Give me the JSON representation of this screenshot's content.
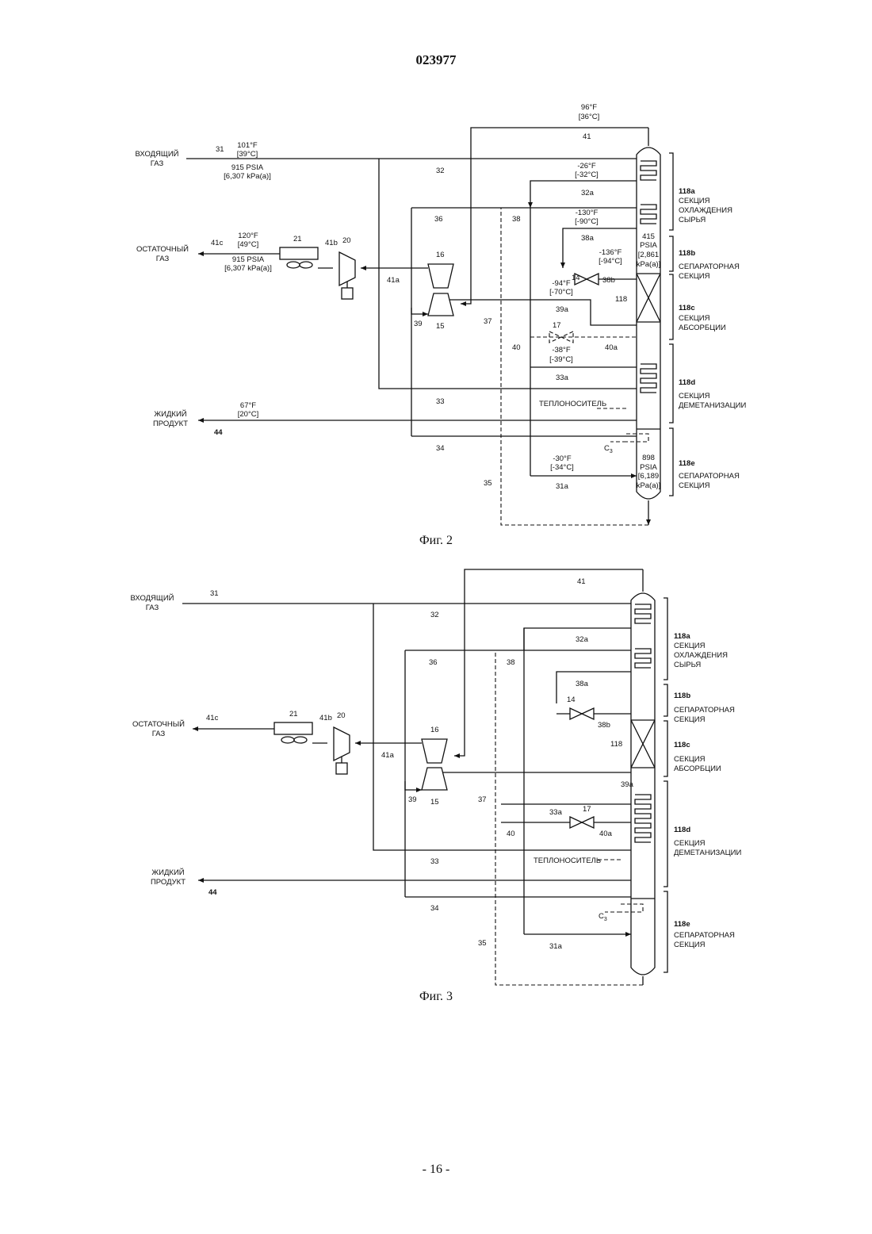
{
  "doc": {
    "number": "023977",
    "page": "- 16 -"
  },
  "fig2": {
    "caption": "Фиг. 2",
    "in_gas": [
      "ВХОДЯЩИЙ",
      "ГАЗ"
    ],
    "residue_gas": [
      "ОСТАТОЧНЫЙ",
      "ГАЗ"
    ],
    "liquid_product": [
      "ЖИДКИЙ",
      "ПРОДУКТ"
    ],
    "heat_medium": "ТЕПЛОНОСИТЕЛЬ",
    "c3": "C",
    "c3_sub": "3",
    "s118a": [
      "118a",
      "СЕКЦИЯ",
      "ОХЛАЖДЕНИЯ",
      "СЫРЬЯ"
    ],
    "s118b": [
      "118b",
      "СЕПАРАТОРНАЯ",
      "СЕКЦИЯ"
    ],
    "s118c": [
      "118c",
      "СЕКЦИЯ",
      "АБСОРБЦИИ"
    ],
    "s118d": [
      "118d",
      "СЕКЦИЯ",
      "ДЕМЕТАНИЗАЦИИ"
    ],
    "s118e": [
      "118e",
      "СЕПАРАТОРНАЯ",
      "СЕКЦИЯ"
    ],
    "n118": "118",
    "streams": {
      "s31": "31",
      "s32": "32",
      "s32a": "32a",
      "s33": "33",
      "s33a": "33a",
      "s34": "34",
      "s35": "35",
      "s36": "36",
      "s37": "37",
      "s38": "38",
      "s38a": "38a",
      "s38b": "38b",
      "s39": "39",
      "s39a": "39a",
      "s40": "40",
      "s40a": "40a",
      "s41": "41",
      "s41a": "41a",
      "s41b": "41b",
      "s41c": "41c",
      "s44": "44",
      "s31a": "31a"
    },
    "equip": {
      "e14": "14",
      "e15": "15",
      "e16": "16",
      "e17": "17",
      "e20": "20",
      "e21": "21"
    },
    "cond": {
      "in_t": [
        "101°F",
        "[39°C]"
      ],
      "in_p": [
        "915 PSIA",
        "[6,307 kPa(a)]"
      ],
      "out_t": [
        "120°F",
        "[49°C]"
      ],
      "out_p": [
        "915 PSIA",
        "[6,307 kPa(a)]"
      ],
      "top_t": [
        "96°F",
        "[36°C]"
      ],
      "s32a_t": [
        "-26°F",
        "[-32°C]"
      ],
      "s38a_t": [
        "-130°F",
        "[-90°C]"
      ],
      "p415": [
        "415",
        "PSIA",
        "[2,861",
        "kPa(a)]"
      ],
      "s38b_t": [
        "-136°F",
        "[-94°C]"
      ],
      "s39a_t": [
        "-94°F",
        "[-70°C]"
      ],
      "s33a_t": [
        "-38°F",
        "[-39°C]"
      ],
      "liq_t": [
        "67°F",
        "[20°C]"
      ],
      "s31a_t": [
        "-30°F",
        "[-34°C]"
      ],
      "p898": [
        "898",
        "PSIA",
        "[6,189",
        "kPa(a)]"
      ]
    }
  },
  "fig3": {
    "caption": "Фиг. 3",
    "in_gas": [
      "ВХОДЯЩИЙ",
      "ГАЗ"
    ],
    "residue_gas": [
      "ОСТАТОЧНЫЙ",
      "ГАЗ"
    ],
    "liquid_product": [
      "ЖИДКИЙ",
      "ПРОДУКТ"
    ],
    "heat_medium": "ТЕПЛОНОСИТЕЛЬ",
    "c3": "C",
    "c3_sub": "3",
    "s118a": [
      "118a",
      "СЕКЦИЯ",
      "ОХЛАЖДЕНИЯ",
      "СЫРЬЯ"
    ],
    "s118b": [
      "118b",
      "СЕПАРАТОРНАЯ",
      "СЕКЦИЯ"
    ],
    "s118c": [
      "118c",
      "СЕКЦИЯ",
      "АБСОРБЦИИ"
    ],
    "s118d": [
      "118d",
      "СЕКЦИЯ",
      "ДЕМЕТАНИЗАЦИИ"
    ],
    "s118e": [
      "118e",
      "СЕПАРАТОРНАЯ",
      "СЕКЦИЯ"
    ],
    "n118": "118",
    "streams": {
      "s31": "31",
      "s32": "32",
      "s32a": "32a",
      "s33": "33",
      "s33a": "33a",
      "s34": "34",
      "s35": "35",
      "s36": "36",
      "s37": "37",
      "s38": "38",
      "s38a": "38a",
      "s38b": "38b",
      "s39": "39",
      "s39a": "39a",
      "s40": "40",
      "s40a": "40a",
      "s41": "41",
      "s41a": "41a",
      "s41b": "41b",
      "s41c": "41c",
      "s44": "44",
      "s31a": "31a"
    },
    "equip": {
      "e14": "14",
      "e15": "15",
      "e16": "16",
      "e17": "17",
      "e20": "20",
      "e21": "21"
    }
  }
}
